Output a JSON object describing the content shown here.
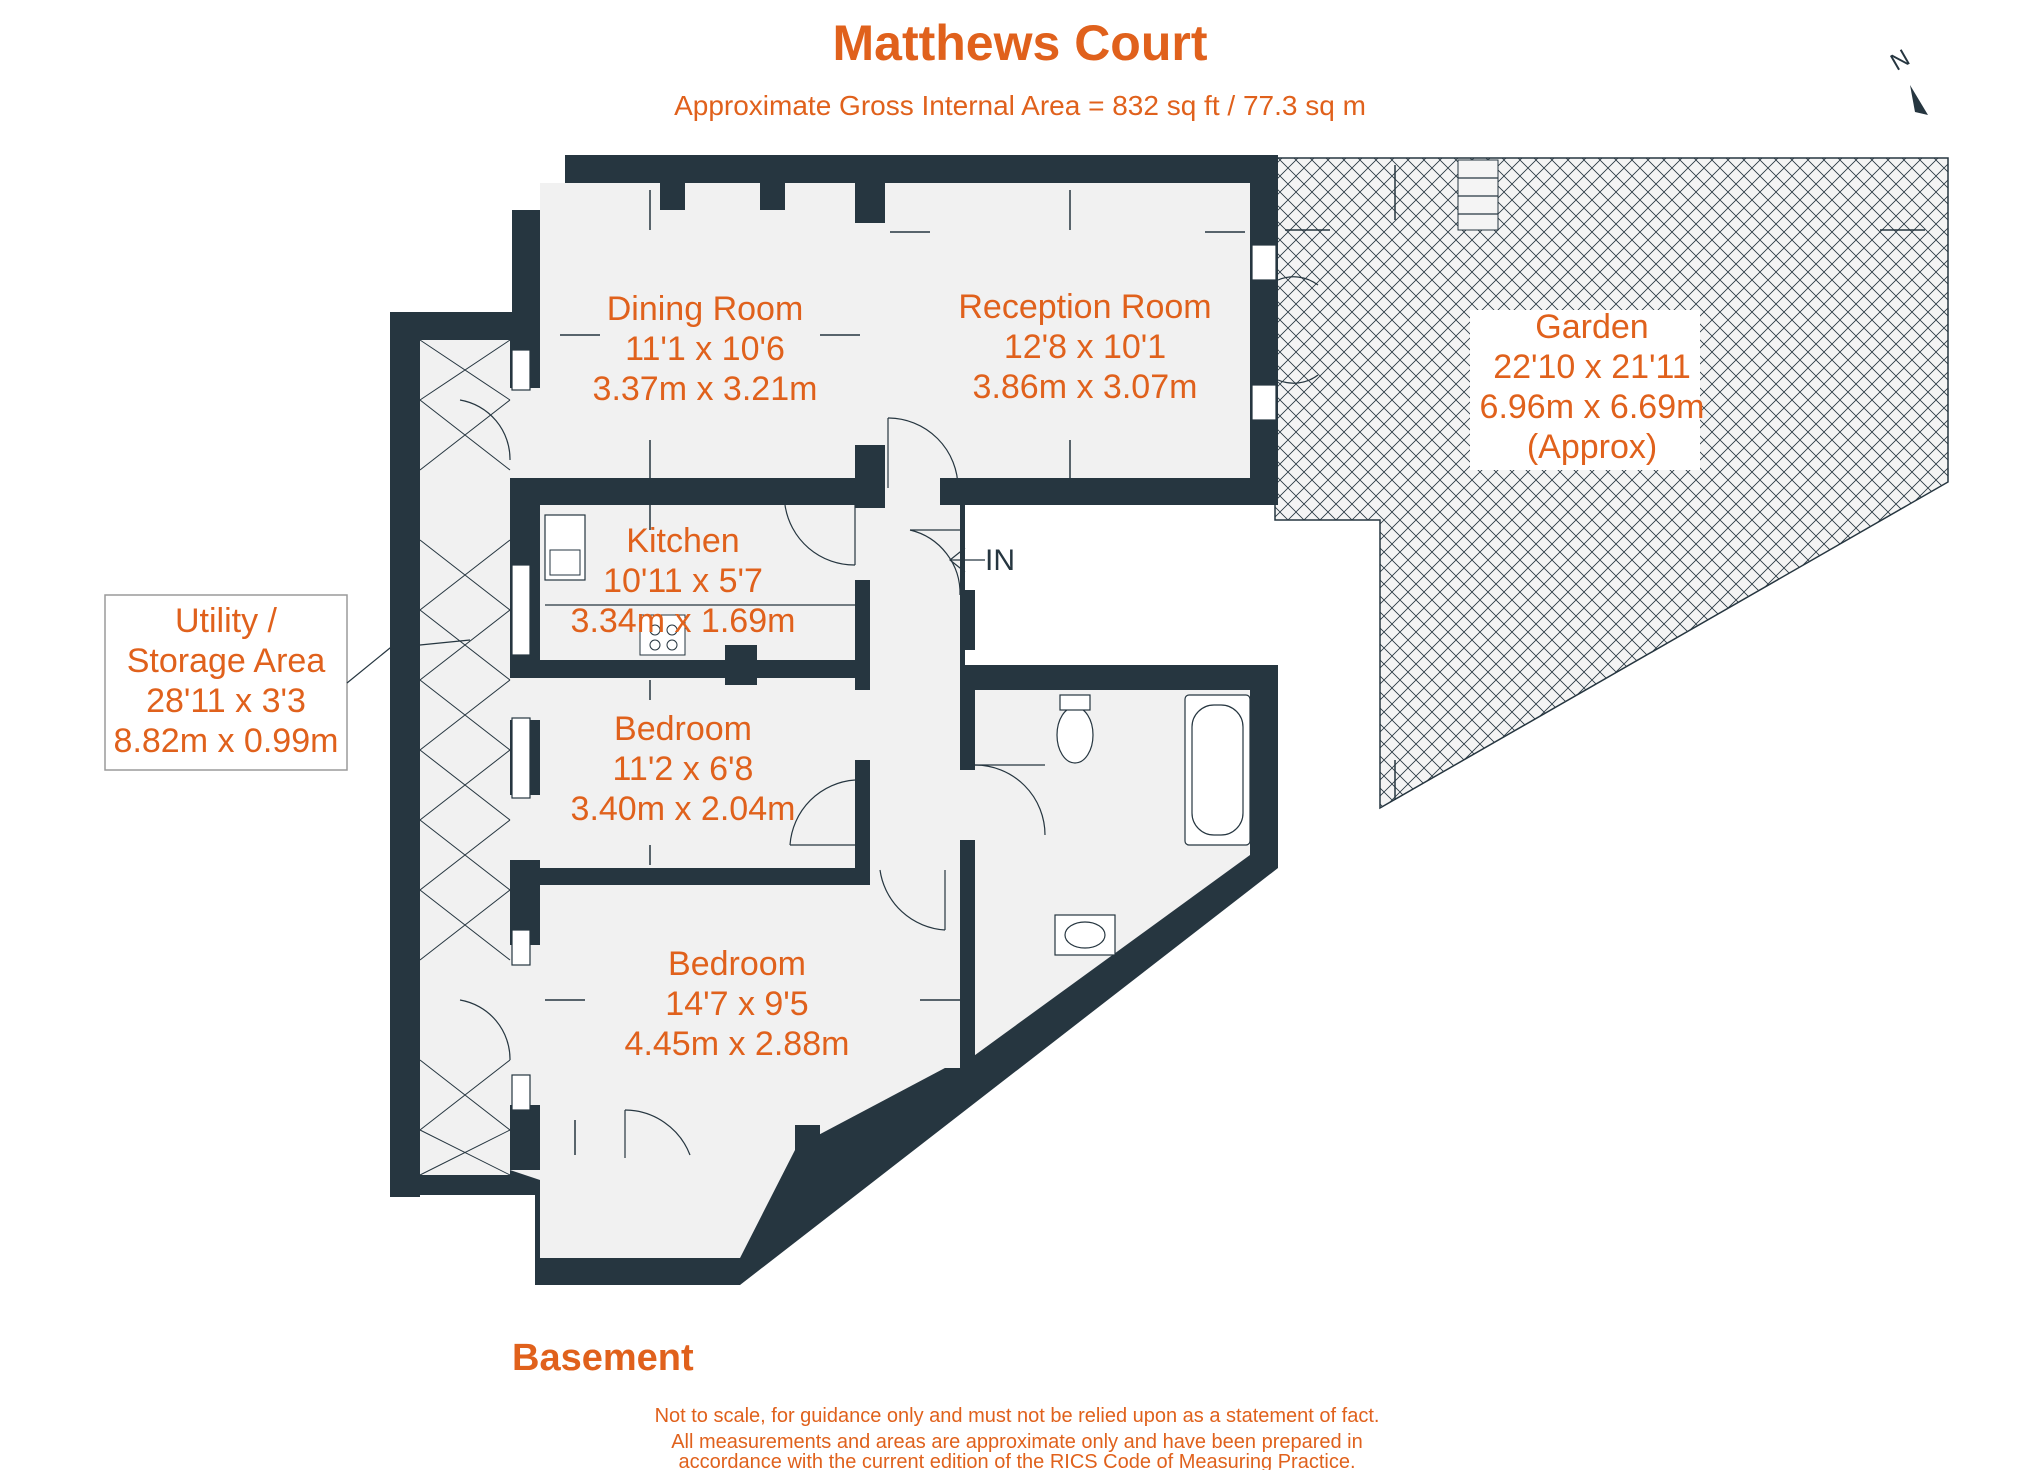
{
  "title": "Matthews Court",
  "subtitle": "Approximate Gross Internal Area = 832 sq ft / 77.3 sq m",
  "floor_name": "Basement",
  "compass_label": "N",
  "entrance_label": "IN",
  "rooms": {
    "dining": {
      "name": "Dining Room",
      "imperial": "11'1 x 10'6",
      "metric": "3.37m x 3.21m"
    },
    "reception": {
      "name": "Reception Room",
      "imperial": "12'8 x 10'1",
      "metric": "3.86m x 3.07m"
    },
    "garden": {
      "name": "Garden",
      "imperial": "22'10 x 21'11",
      "metric": "6.96m x 6.69m",
      "note": "(Approx)"
    },
    "kitchen": {
      "name": "Kitchen",
      "imperial": "10'11 x 5'7",
      "metric": "3.34m x 1.69m"
    },
    "utility": {
      "name_line1": "Utility /",
      "name_line2": "Storage Area",
      "imperial": "28'11 x 3'3",
      "metric": "8.82m x 0.99m"
    },
    "bedroom_small": {
      "name": "Bedroom",
      "imperial": "11'2 x 6'8",
      "metric": "3.40m x 2.04m"
    },
    "bedroom_large": {
      "name": "Bedroom",
      "imperial": "14'7 x 9'5",
      "metric": "4.45m x 2.88m"
    }
  },
  "disclaimer": {
    "line1": "Not to scale, for guidance only and must not be relied upon as a statement of fact.",
    "line2": "All measurements and areas are approximate only and have been prepared in",
    "line3": "accordance with the current edition of the RICS Code of Measuring Practice."
  },
  "colors": {
    "accent": "#e0611c",
    "wall": "#263640",
    "floor": "#f1f1f1",
    "garden_hatch": "#263640"
  }
}
